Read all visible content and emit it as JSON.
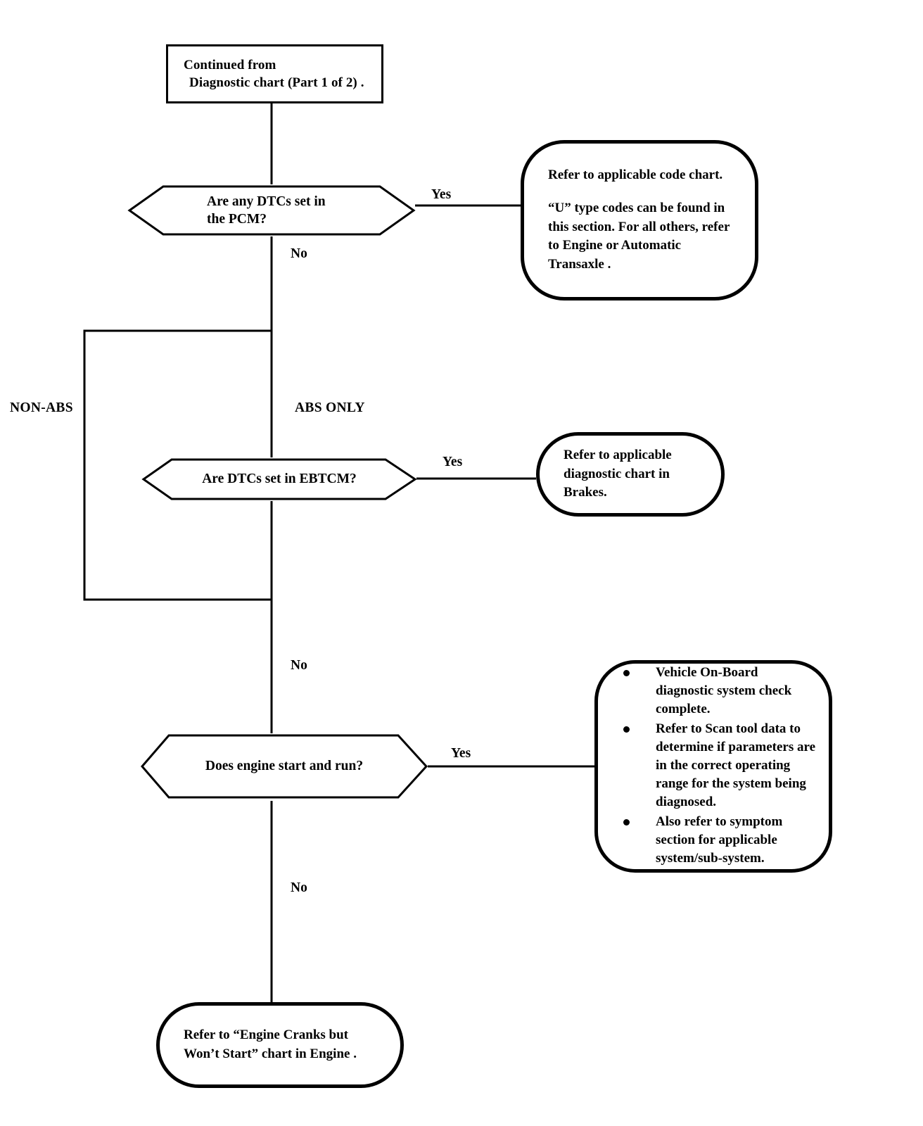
{
  "chart_data": {
    "type": "diagram",
    "title": "Diagnostic chart (Part 2 of 2)",
    "nodes": [
      {
        "id": "start",
        "shape": "rectangle",
        "lines": [
          "Continued from",
          "Diagnostic chart (Part 1 of 2) ."
        ]
      },
      {
        "id": "d1",
        "shape": "hexagon",
        "lines": [
          "Are any DTCs set in",
          "the PCM?"
        ]
      },
      {
        "id": "a1",
        "shape": "rounded",
        "paragraphs": [
          "Refer to applicable code chart.",
          "“U” type codes can be found in this section. For all others, refer to Engine or Automatic Transaxle ."
        ]
      },
      {
        "id": "d2",
        "shape": "hexagon",
        "lines": [
          "Are DTCs set in EBTCM?"
        ]
      },
      {
        "id": "a2",
        "shape": "rounded",
        "paragraphs": [
          "Refer to applicable diagnostic chart in Brakes."
        ]
      },
      {
        "id": "d3",
        "shape": "hexagon",
        "lines": [
          "Does engine start and run?"
        ]
      },
      {
        "id": "a3",
        "shape": "rounded",
        "bullets": [
          "Vehicle On-Board diagnostic system check complete.",
          "Refer to Scan tool data to determine if parameters are in the correct operating range for the system being diagnosed.",
          "Also refer to symptom section for applicable system/sub-system."
        ]
      },
      {
        "id": "end",
        "shape": "rounded",
        "paragraphs": [
          "Refer to “Engine Cranks but Won’t Start” chart in Engine ."
        ]
      }
    ],
    "edges": [
      {
        "from": "start",
        "to": "d1",
        "label": ""
      },
      {
        "from": "d1",
        "to": "a1",
        "label": "Yes"
      },
      {
        "from": "d1",
        "to": "split",
        "label": "No"
      },
      {
        "from": "split",
        "to": "d2",
        "label": "ABS ONLY"
      },
      {
        "from": "split",
        "to": "rejoin",
        "label": "NON-ABS"
      },
      {
        "from": "d2",
        "to": "a2",
        "label": "Yes"
      },
      {
        "from": "d2",
        "to": "d3",
        "label": "No"
      },
      {
        "from": "d3",
        "to": "a3",
        "label": "Yes"
      },
      {
        "from": "d3",
        "to": "end",
        "label": "No"
      }
    ]
  },
  "flowchart": {
    "start_box": {
      "line1": "Continued from",
      "line2": "Diagnostic chart (Part 1 of 2) ."
    },
    "decision_pcm": {
      "line1": "Are any DTCs set in",
      "line2": "the PCM?",
      "yes_label": "Yes",
      "no_label": "No"
    },
    "action_code_chart": {
      "para1": "Refer to applicable code chart.",
      "para2": "“U” type codes can be found in this section. For all others, refer to Engine or Automatic Transaxle ."
    },
    "branch_non_abs": "NON-ABS",
    "branch_abs_only": "ABS ONLY",
    "decision_ebtcm": {
      "line1": "Are DTCs set in EBTCM?",
      "yes_label": "Yes",
      "no_label": "No"
    },
    "action_brakes": {
      "para1": "Refer to applicable diagnostic chart in Brakes."
    },
    "decision_engine": {
      "line1": "Does engine start and run?",
      "yes_label": "Yes",
      "no_label": "No"
    },
    "action_complete": {
      "bullet1": "Vehicle On-Board diagnostic system check complete.",
      "bullet2": "Refer to Scan tool data to determine if parameters are in the correct operating range for the system being diagnosed.",
      "bullet3": "Also refer to symptom section for applicable system/sub-system."
    },
    "end_box": {
      "para1": "Refer to “Engine Cranks but Won’t Start” chart in Engine ."
    }
  },
  "colors": {
    "ink": "#000000",
    "paper": "#ffffff"
  }
}
